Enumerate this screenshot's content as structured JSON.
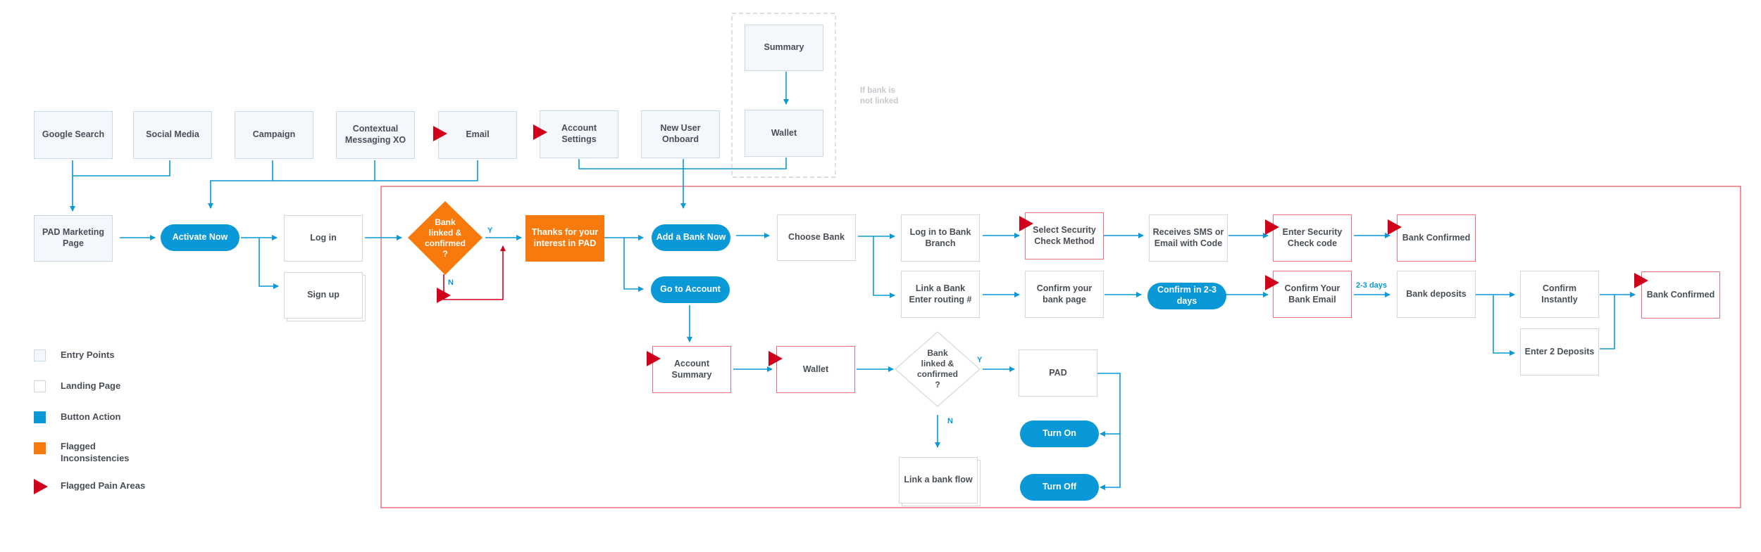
{
  "entry_points": {
    "google_search": "Google Search",
    "social_media": "Social Media",
    "campaign": "Campaign",
    "contextual_messaging": "Contextual\nMessaging XO",
    "email": "Email",
    "account_settings": "Account\nSettings",
    "new_user_onboard": "New User\nOnboard",
    "summary": "Summary",
    "wallet_top": "Wallet"
  },
  "note_if_bank_not_linked": "If bank is\nnot linked",
  "flow": {
    "pad_marketing_page": "PAD Marketing\nPage",
    "activate_now": "Activate Now",
    "log_in": "Log in",
    "sign_up": "Sign up",
    "bank_linked_decision_1": "Bank\nlinked  &\nconfirmed\n?",
    "thanks_for_interest": "Thanks for your\ninterest in PAD",
    "add_a_bank_now": "Add a Bank Now",
    "go_to_account": "Go to Account",
    "choose_bank": "Choose Bank",
    "log_in_to_bank_branch": "Log in to Bank\nBranch",
    "link_a_bank_routing": "Link a Bank\nEnter routing #",
    "select_security_check": "Select Security\nCheck Method",
    "receives_sms": "Receives SMS or\nEmail with Code",
    "enter_security_code": "Enter Security\nCheck code",
    "bank_confirmed_1": "Bank Confirmed",
    "confirm_your_bank_page": "Confirm your\nbank page",
    "confirm_in_days": "Confirm in 2-3\ndays",
    "confirm_your_bank_email": "Confirm Your\nBank Email",
    "bank_deposits": "Bank deposits",
    "confirm_instantly": "Confirm\nInstantly",
    "enter_2_deposits": "Enter 2 Deposits",
    "bank_confirmed_2": "Bank Confirmed",
    "account_summary": "Account\nSummary",
    "wallet_mid": "Wallet",
    "bank_linked_decision_2": "Bank\nlinked  &\nconfirmed\n?",
    "pad": "PAD",
    "turn_on": "Turn On",
    "turn_off": "Turn Off",
    "link_a_bank_flow": "Link a bank flow"
  },
  "edge_labels": {
    "yes_1": "Y",
    "no_1": "N",
    "yes_2": "Y",
    "no_2": "N",
    "two_three_days": "2-3 days"
  },
  "legend": {
    "entry_points": "Entry Points",
    "landing_page": "Landing Page",
    "button_action": "Button Action",
    "flagged_inconsistencies": "Flagged\nInconsistencies",
    "flagged_pain_areas": "Flagged Pain Areas"
  },
  "colors": {
    "button_blue": "#0998d8",
    "flag_orange": "#f97a0c",
    "pain_red": "#d0021b",
    "scope_border": "#e85a6b",
    "entry_fill": "#f4f8fc"
  }
}
